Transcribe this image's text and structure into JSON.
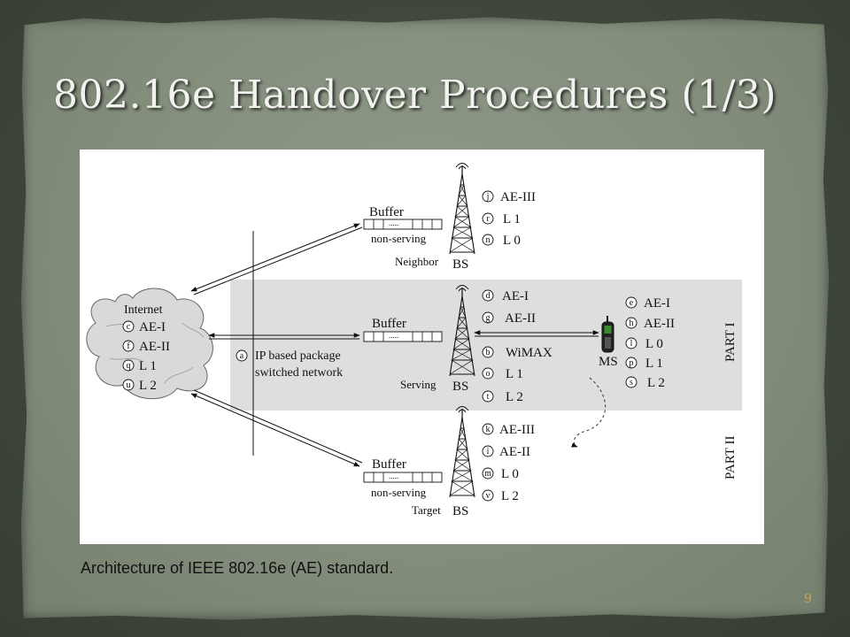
{
  "slide": {
    "title": "802.16e Handover Procedures (1/3)",
    "caption": "Architecture of IEEE 802.16e (AE) standard.",
    "page_number": "9",
    "colors": {
      "title": "#f2f2ee",
      "page_number": "#c9a64a",
      "shaded_region": "#dedede"
    }
  },
  "diagram": {
    "internet": {
      "title": "Internet",
      "items": [
        {
          "tag": "c",
          "label": "AE-I"
        },
        {
          "tag": "f",
          "label": "AE-II"
        },
        {
          "tag": "q",
          "label": "L 1"
        },
        {
          "tag": "u",
          "label": "L 2"
        }
      ]
    },
    "network": {
      "tag": "a",
      "line1": "IP based package",
      "line2": "switched network"
    },
    "neighbor_bs": {
      "buffer_label": "Buffer",
      "buffer_dots": ".....",
      "buffer_state": "non-serving",
      "role": "Neighbor",
      "bs_label": "BS",
      "items": [
        {
          "tag": "j",
          "label": "AE-III"
        },
        {
          "tag": "r",
          "label": "L 1"
        },
        {
          "tag": "n",
          "label": "L 0"
        }
      ]
    },
    "serving_bs": {
      "buffer_label": "Buffer",
      "buffer_dots": ".....",
      "role": "Serving",
      "bs_label": "BS",
      "items": [
        {
          "tag": "d",
          "label": "AE-I"
        },
        {
          "tag": "g",
          "label": "AE-II"
        },
        {
          "tag": "b",
          "label": "WiMAX"
        },
        {
          "tag": "o",
          "label": "L 1"
        },
        {
          "tag": "t",
          "label": "L 2"
        }
      ]
    },
    "target_bs": {
      "buffer_label": "Buffer",
      "buffer_dots": ".....",
      "buffer_state": "non-serving",
      "role": "Target",
      "bs_label": "BS",
      "items": [
        {
          "tag": "k",
          "label": "AE-III"
        },
        {
          "tag": "i",
          "label": "AE-II"
        },
        {
          "tag": "m",
          "label": "L 0"
        },
        {
          "tag": "v",
          "label": "L 2"
        }
      ]
    },
    "ms": {
      "label": "MS",
      "items": [
        {
          "tag": "e",
          "label": "AE-I"
        },
        {
          "tag": "h",
          "label": "AE-II"
        },
        {
          "tag": "l",
          "label": "L 0"
        },
        {
          "tag": "p",
          "label": "L 1"
        },
        {
          "tag": "s",
          "label": "L 2"
        }
      ]
    },
    "parts": {
      "part1": "PART I",
      "part2": "PART II"
    }
  }
}
